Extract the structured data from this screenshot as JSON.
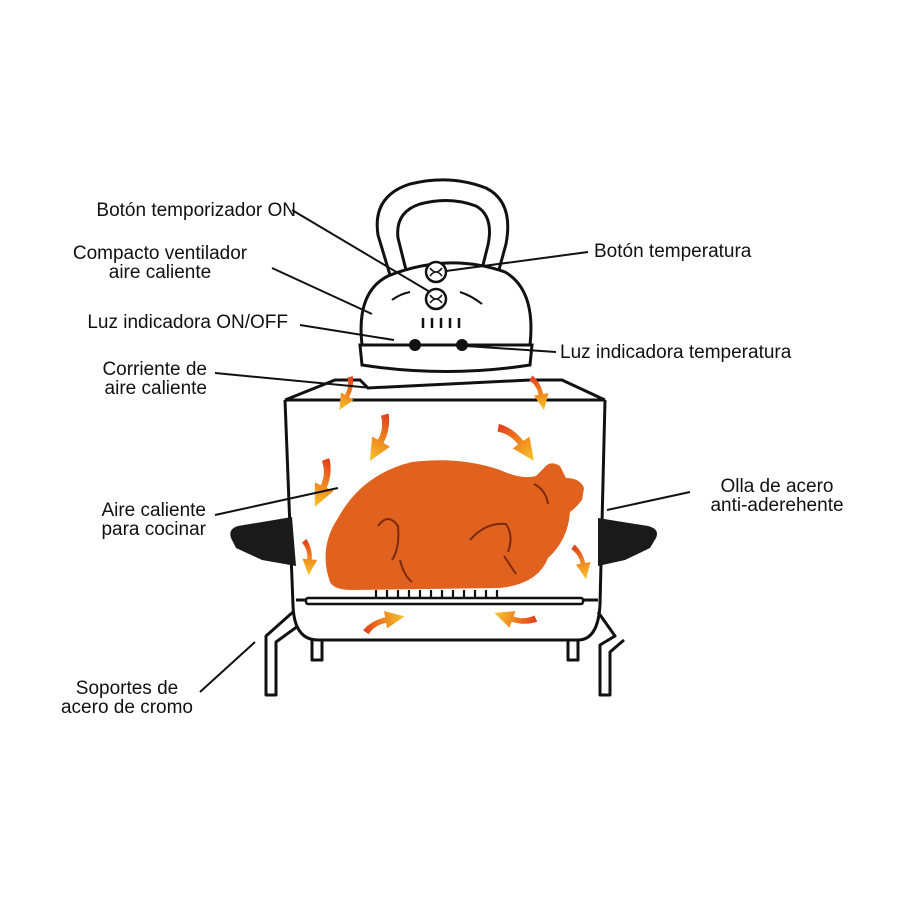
{
  "labels": {
    "timer_button": "Botón temporizador ON",
    "fan": [
      "Compacto ventilador",
      "aire caliente"
    ],
    "on_off_light": "Luz indicadora ON/OFF",
    "hot_air_current": [
      "Corriente de",
      "aire caliente"
    ],
    "cooking_air": [
      "Aire caliente",
      "para cocinar"
    ],
    "support": [
      "Soportes de",
      "acero de cromo"
    ],
    "temp_button": "Botón temperatura",
    "temp_light": "Luz indicadora temperatura",
    "pot": [
      "Olla de acero",
      "anti-aderehente"
    ]
  },
  "colors": {
    "ink": "#111111",
    "turkey": "#e0621e",
    "arrow_dark": "#e03a1a",
    "arrow_light": "#f7c62a",
    "handle": "#1a1a1a"
  }
}
